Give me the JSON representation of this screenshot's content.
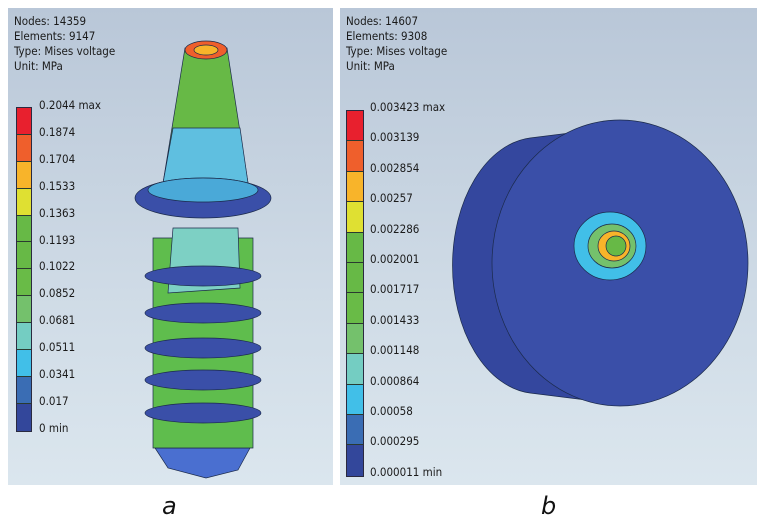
{
  "panels": [
    {
      "nodes": "Nodes: 14359",
      "elements": "Elements: 9147",
      "type": "Type: Mises voltage",
      "unit": "Unit: MPa",
      "legend": [
        "0.2044 max",
        "0.1874",
        "0.1704",
        "0.1533",
        "0.1363",
        "0.1193",
        "0.1022",
        "0.0852",
        "0.0681",
        "0.0511",
        "0.0341",
        "0.017",
        "0 min"
      ],
      "caption": "a"
    },
    {
      "nodes": "Nodes: 14607",
      "elements": "Elements: 9308",
      "type": "Type: Mises voltage",
      "unit": "Unit: MPa",
      "legend": [
        "0.003423 max",
        "0.003139",
        "0.002854",
        "0.00257",
        "0.002286",
        "0.002001",
        "0.001717",
        "0.001433",
        "0.001148",
        "0.000864",
        "0.00058",
        "0.000295",
        "0.000011 min"
      ],
      "caption": "b"
    }
  ],
  "colors": [
    "#e8202e",
    "#ef5f2c",
    "#f8b42a",
    "#dfe032",
    "#67b946",
    "#67b946",
    "#69bb47",
    "#74c16c",
    "#74cdc2",
    "#41bfe8",
    "#3a6db4",
    "#33479b"
  ]
}
